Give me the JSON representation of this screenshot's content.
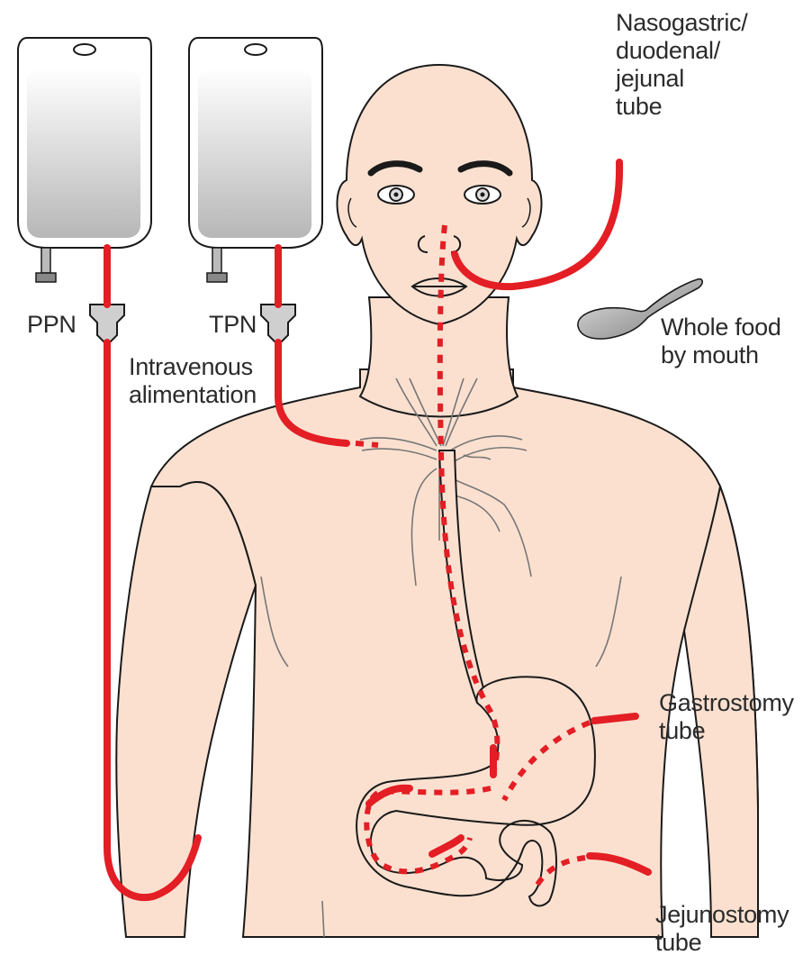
{
  "labels": {
    "nasogastric": [
      "Nasogastric/",
      "duodenal/",
      "jejunal",
      "tube"
    ],
    "ppn": "PPN",
    "tpn": "TPN",
    "intravenous": [
      "Intravenous",
      "alimentation"
    ],
    "whole_food": [
      "Whole food",
      "by mouth"
    ],
    "gastrostomy": [
      "Gastrostomy",
      "tube"
    ],
    "jejunostomy": [
      "Jejunostomy",
      "tube"
    ]
  },
  "colors": {
    "tube": "#e31e24",
    "skin": "#fbe0d0",
    "bag": "#c9c9c9",
    "outline": "#1a1a1a"
  }
}
